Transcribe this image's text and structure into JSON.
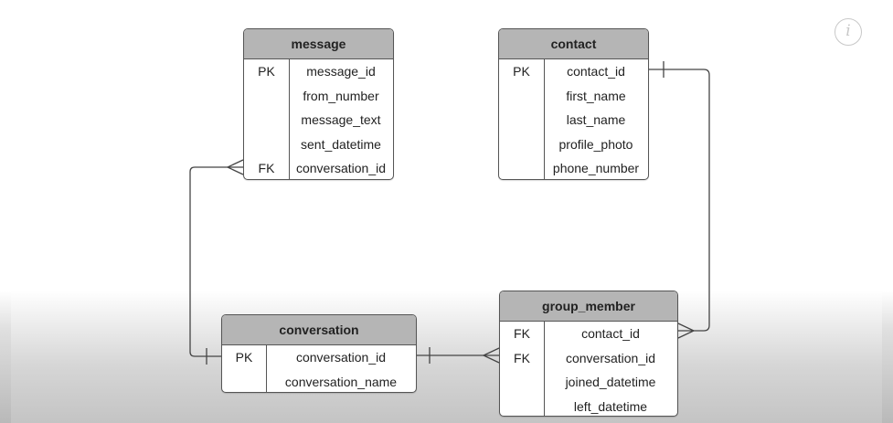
{
  "entities": {
    "message": {
      "title": "message",
      "rows": [
        {
          "key": "PK",
          "field": "message_id"
        },
        {
          "key": "",
          "field": "from_number"
        },
        {
          "key": "",
          "field": "message_text"
        },
        {
          "key": "",
          "field": "sent_datetime"
        },
        {
          "key": "FK",
          "field": "conversation_id"
        }
      ]
    },
    "contact": {
      "title": "contact",
      "rows": [
        {
          "key": "PK",
          "field": "contact_id"
        },
        {
          "key": "",
          "field": "first_name"
        },
        {
          "key": "",
          "field": "last_name"
        },
        {
          "key": "",
          "field": "profile_photo"
        },
        {
          "key": "",
          "field": "phone_number"
        }
      ]
    },
    "conversation": {
      "title": "conversation",
      "rows": [
        {
          "key": "PK",
          "field": "conversation_id"
        },
        {
          "key": "",
          "field": "conversation_name"
        }
      ]
    },
    "group_member": {
      "title": "group_member",
      "rows": [
        {
          "key": "FK",
          "field": "contact_id"
        },
        {
          "key": "FK",
          "field": "conversation_id"
        },
        {
          "key": "",
          "field": "joined_datetime"
        },
        {
          "key": "",
          "field": "left_datetime"
        }
      ]
    }
  },
  "relationships": [
    {
      "from": "conversation.conversation_id",
      "to": "message.conversation_id",
      "from_cardinality": "one",
      "to_cardinality": "many"
    },
    {
      "from": "contact.contact_id",
      "to": "group_member.contact_id",
      "from_cardinality": "one",
      "to_cardinality": "many"
    },
    {
      "from": "conversation.conversation_id",
      "to": "group_member.conversation_id",
      "from_cardinality": "one",
      "to_cardinality": "many"
    }
  ],
  "icons": {
    "info": "info-icon"
  },
  "colors": {
    "header_fill": "#b5b5b5",
    "border": "#555555",
    "line": "#444444"
  }
}
